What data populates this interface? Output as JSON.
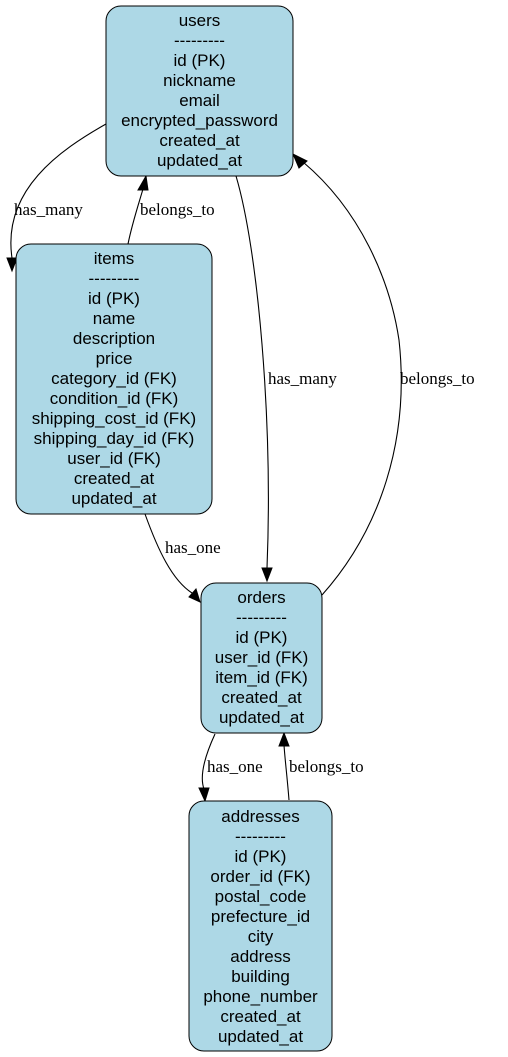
{
  "diagram": {
    "node_fill": "#add8e6",
    "node_stroke": "#000000",
    "background": "#ffffff",
    "nodes": {
      "users": {
        "lines": [
          "users",
          "---------",
          "id (PK)",
          "nickname",
          "email",
          "encrypted_password",
          "created_at",
          "updated_at"
        ]
      },
      "items": {
        "lines": [
          "items",
          "---------",
          "id (PK)",
          "name",
          "description",
          "price",
          "category_id (FK)",
          "condition_id (FK)",
          "shipping_cost_id (FK)",
          "shipping_day_id (FK)",
          "user_id (FK)",
          "created_at",
          "updated_at"
        ]
      },
      "orders": {
        "lines": [
          "orders",
          "---------",
          "id (PK)",
          "user_id (FK)",
          "item_id (FK)",
          "created_at",
          "updated_at"
        ]
      },
      "addresses": {
        "lines": [
          "addresses",
          "---------",
          "id (PK)",
          "order_id (FK)",
          "postal_code",
          "prefecture_id",
          "city",
          "address",
          "building",
          "phone_number",
          "created_at",
          "updated_at"
        ]
      }
    },
    "edges": {
      "users_items": {
        "label": "has_many"
      },
      "items_users": {
        "label": "belongs_to"
      },
      "users_orders": {
        "label": "has_many"
      },
      "orders_users": {
        "label": "belongs_to"
      },
      "items_orders": {
        "label": "has_one"
      },
      "orders_addresses": {
        "label": "has_one"
      },
      "addresses_orders": {
        "label": "belongs_to"
      }
    }
  }
}
